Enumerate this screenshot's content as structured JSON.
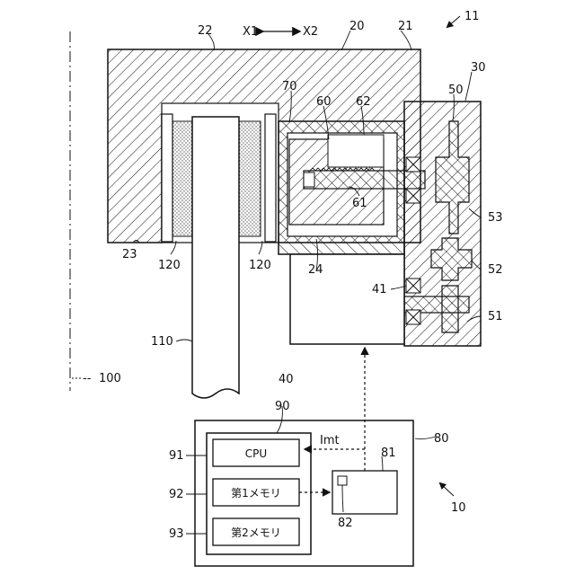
{
  "figure": {
    "direction_left": "X1",
    "direction_right": "X2",
    "labels": {
      "l11": "11",
      "l20": "20",
      "l21": "21",
      "l22": "22",
      "l23": "23",
      "l24": "24",
      "l30": "30",
      "l40": "40",
      "l41": "41",
      "l50": "50",
      "l51": "51",
      "l52": "52",
      "l53": "53",
      "l60": "60",
      "l61": "61",
      "l62": "62",
      "l70": "70",
      "l80": "80",
      "l81": "81",
      "l82": "82",
      "l90": "90",
      "l91": "91",
      "l92": "92",
      "l93": "93",
      "l10": "10",
      "l100": "100",
      "l110": "110",
      "l120a": "120",
      "l120b": "120"
    },
    "signal_label": "Imt",
    "blocks": {
      "cpu": "CPU",
      "memory1": "第1メモリ",
      "memory2": "第2メモリ"
    }
  }
}
